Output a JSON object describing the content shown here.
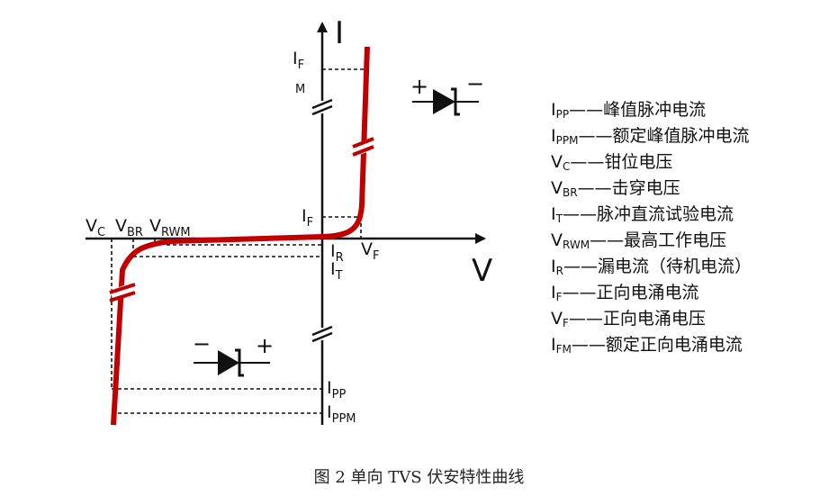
{
  "axes": {
    "y_label": "I",
    "x_label": "V"
  },
  "points": {
    "ifm": {
      "main": "I",
      "sub": "F",
      "sub2": "M"
    },
    "if": {
      "main": "I",
      "sub": "F"
    },
    "ir": {
      "main": "I",
      "sub": "R"
    },
    "it": {
      "main": "I",
      "sub": "T"
    },
    "vf": {
      "main": "V",
      "sub": "F"
    },
    "vc": {
      "main": "V",
      "sub": "C"
    },
    "vbr": {
      "main": "V",
      "sub": "BR"
    },
    "vrwm": {
      "main": "V",
      "sub": "RWM"
    },
    "ipp": {
      "main": "I",
      "sub": "PP"
    },
    "ippm": {
      "main": "I",
      "sub": "PPM"
    }
  },
  "diode_symbols": {
    "upper": {
      "left": "+",
      "right": "−"
    },
    "lower": {
      "left": "−",
      "right": "+"
    }
  },
  "legend": [
    {
      "symbol": "I",
      "sub": "PP",
      "dash": "——",
      "text": "峰值脉冲电流"
    },
    {
      "symbol": "I",
      "sub": "PPM",
      "dash": "——",
      "text": "额定峰值脉冲电流"
    },
    {
      "symbol": "V",
      "sub": "C",
      "dash": "——",
      "text": "钳位电压"
    },
    {
      "symbol": "V",
      "sub": "BR",
      "dash": "——",
      "text": "击穿电压"
    },
    {
      "symbol": "I",
      "sub": "T",
      "dash": "——",
      "text": "脉冲直流试验电流"
    },
    {
      "symbol": "V",
      "sub": "RWM",
      "dash": "——",
      "text": "最高工作电压"
    },
    {
      "symbol": "I",
      "sub": "R",
      "dash": "——",
      "text": "漏电流（待机电流）"
    },
    {
      "symbol": "I",
      "sub": "F",
      "dash": "——",
      "text": "正向电涌电流"
    },
    {
      "symbol": "V",
      "sub": "F",
      "dash": "——",
      "text": "正向电涌电压"
    },
    {
      "symbol": "I",
      "sub": "FM",
      "dash": "——",
      "text": "额定正向电涌电流"
    }
  ],
  "caption": "图 2  单向 TVS 伏安特性曲线",
  "colors": {
    "curve": "#c00000",
    "axis": "#111111",
    "dashed": "#111111"
  }
}
